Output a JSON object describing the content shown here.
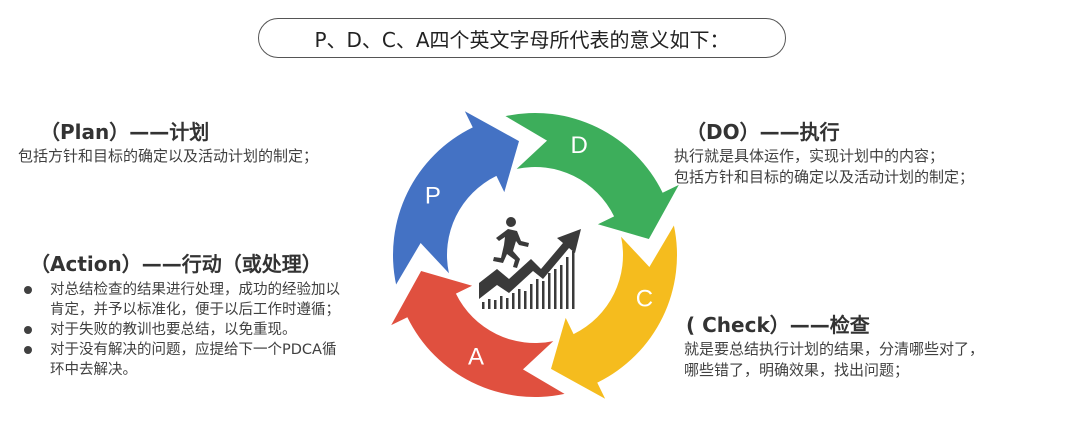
{
  "title": "P、D、C、A四个英文字母所代表的意义如下：",
  "plan": {
    "heading": "（Plan）——计划",
    "desc": "包括方针和目标的确定以及活动计划的制定；"
  },
  "do": {
    "heading": "（DO）——执行",
    "lines": [
      "执行就是具体运作，实现计划中的内容；",
      "包括方针和目标的确定以及活动计划的制定；"
    ]
  },
  "check": {
    "heading": "( Check）——检查",
    "lines": [
      "就是要总结执行计划的结果，分清哪些对了，",
      "哪些错了，明确效果，找出问题；"
    ]
  },
  "action": {
    "heading": "（Action）——行动（或处理）",
    "bullets": [
      "对总结检查的结果进行处理，成功的经验加以\n肯定，并予以标准化，便于以后工作时遵循；",
      "对于失败的教训也要总结，以免重现。",
      "对于没有解决的问题，应提给下一个PDCA循\n环中去解决。"
    ]
  },
  "cycle": {
    "letters": {
      "p": "P",
      "d": "D",
      "c": "C",
      "a": "A"
    },
    "colors": {
      "p": "#4472C4",
      "d": "#3DAE5B",
      "c": "#F5BC1E",
      "a": "#E0503F"
    },
    "center_icon": "running-person-growth-chart-icon"
  }
}
